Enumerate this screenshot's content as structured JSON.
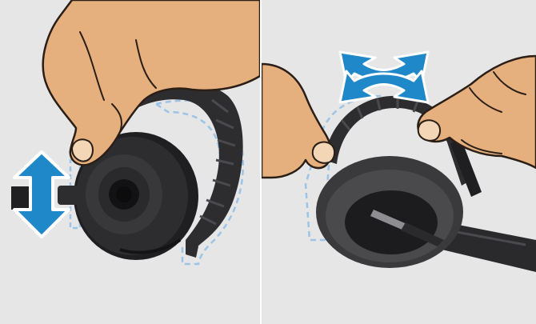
{
  "figure": {
    "panels": [
      {
        "id": "left",
        "action": "adjust-ear-hook-vertical",
        "arrow_icon": "vertical-double-arrow-icon"
      },
      {
        "id": "right",
        "action": "bend-headband-arc",
        "arrow_icon": "curved-double-arrow-icon"
      }
    ],
    "colors": {
      "background": "#e6e6e6",
      "skin": "#e6b07e",
      "skin_outline": "#2a1e17",
      "headset_dark": "#2d2d2f",
      "headset_mid": "#3a3a3c",
      "arrow_blue": "#1e88c9",
      "ghost_outline": "#9cc4e6"
    }
  }
}
